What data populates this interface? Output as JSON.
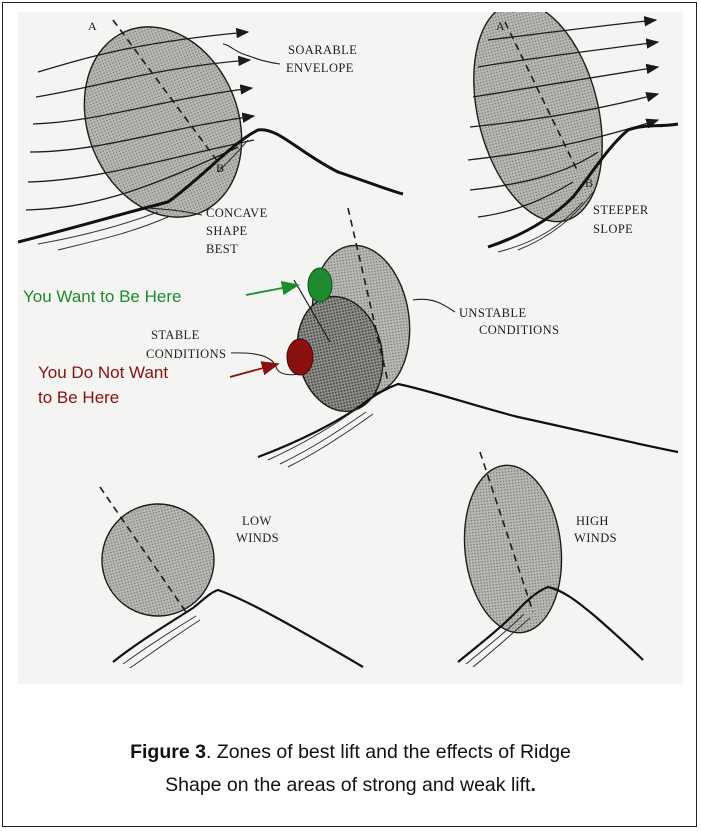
{
  "figure": {
    "labels": {
      "point_a_top_left": "A",
      "point_b_top_left": "B",
      "point_a_top_right": "A",
      "point_b_top_right": "B",
      "soarable_line1": "SOARABLE",
      "soarable_line2": "ENVELOPE",
      "concave_line1": "CONCAVE",
      "concave_line2": "SHAPE",
      "concave_line3": "BEST",
      "steeper_line1": "STEEPER",
      "steeper_line2": "SLOPE",
      "unstable_line1": "UNSTABLE",
      "unstable_line2": "CONDITIONS",
      "stable_line1": "STABLE",
      "stable_line2": "CONDITIONS",
      "low_line1": "LOW",
      "low_line2": "WINDS",
      "high_line1": "HIGH",
      "high_line2": "WINDS"
    },
    "callouts": {
      "want": "You Want to Be Here",
      "not_want_line1": "You Do Not Want",
      "not_want_line2": "to Be Here"
    },
    "colors": {
      "good": "#1f8a2f",
      "bad": "#8a1010",
      "envelope": "#a9a9a6"
    }
  },
  "caption": {
    "prefix": "Figure 3",
    "line1": ".  Zones of best lift and the effects of Ridge",
    "line2": "Shape on the areas of strong and weak lift",
    "end": "."
  }
}
